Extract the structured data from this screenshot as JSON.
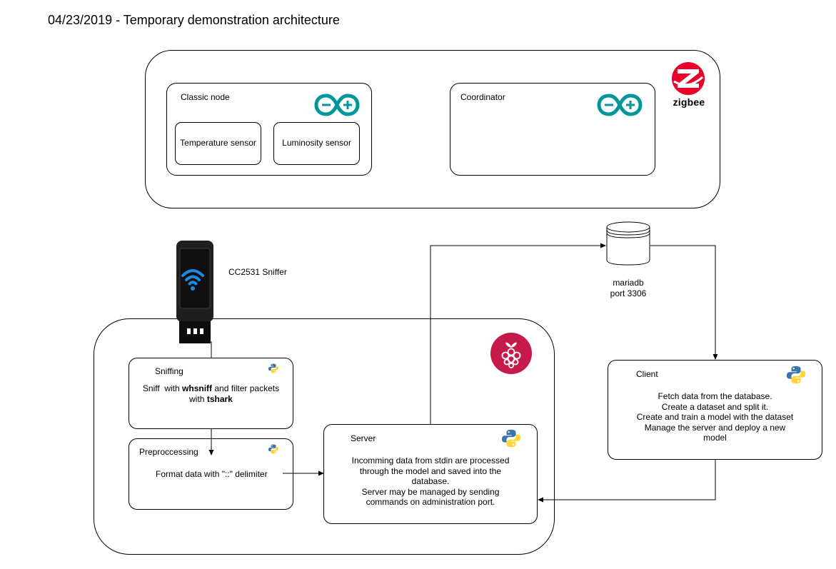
{
  "title": "04/23/2019 - Temporary demonstration architecture",
  "zigbee": {
    "logo_text": "zigbee",
    "classic_node": {
      "label": "Classic node",
      "temperature_sensor": "Temperature sensor",
      "luminosity_sensor": "Luminosity sensor"
    },
    "coordinator": {
      "label": "Coordinator"
    }
  },
  "sniffer": {
    "label": "CC2531 Sniffer"
  },
  "database": {
    "name": "mariadb",
    "port": "port 3306"
  },
  "raspberry": {
    "sniffing": {
      "label": "Sniffing",
      "desc_a": "Sniff  with ",
      "desc_b": "whsniff",
      "desc_c": " and filter packets",
      "desc_d": "with ",
      "desc_e": "tshark"
    },
    "preprocessing": {
      "label": "Preproccessing",
      "desc": "Format data with \"::\" delimiter"
    },
    "server": {
      "label": "Server",
      "lines": [
        "Incomming data from stdin are processed",
        "through the model and saved into the",
        "database.",
        "Server may be managed by sending",
        "commands on administration port."
      ]
    }
  },
  "client": {
    "label": "Client",
    "lines": [
      "Fetch data from the database.",
      "Create a dataset and split it.",
      "Create and train a model with the dataset",
      "Manage the server and deploy a new",
      "model"
    ]
  },
  "colors": {
    "arduino": "#00979C",
    "zigbee": "#EB0029",
    "raspberry": "#C51A4A",
    "python_blue": "#3776AB",
    "python_yellow": "#FFD43B",
    "wifi": "#1E88E5"
  }
}
